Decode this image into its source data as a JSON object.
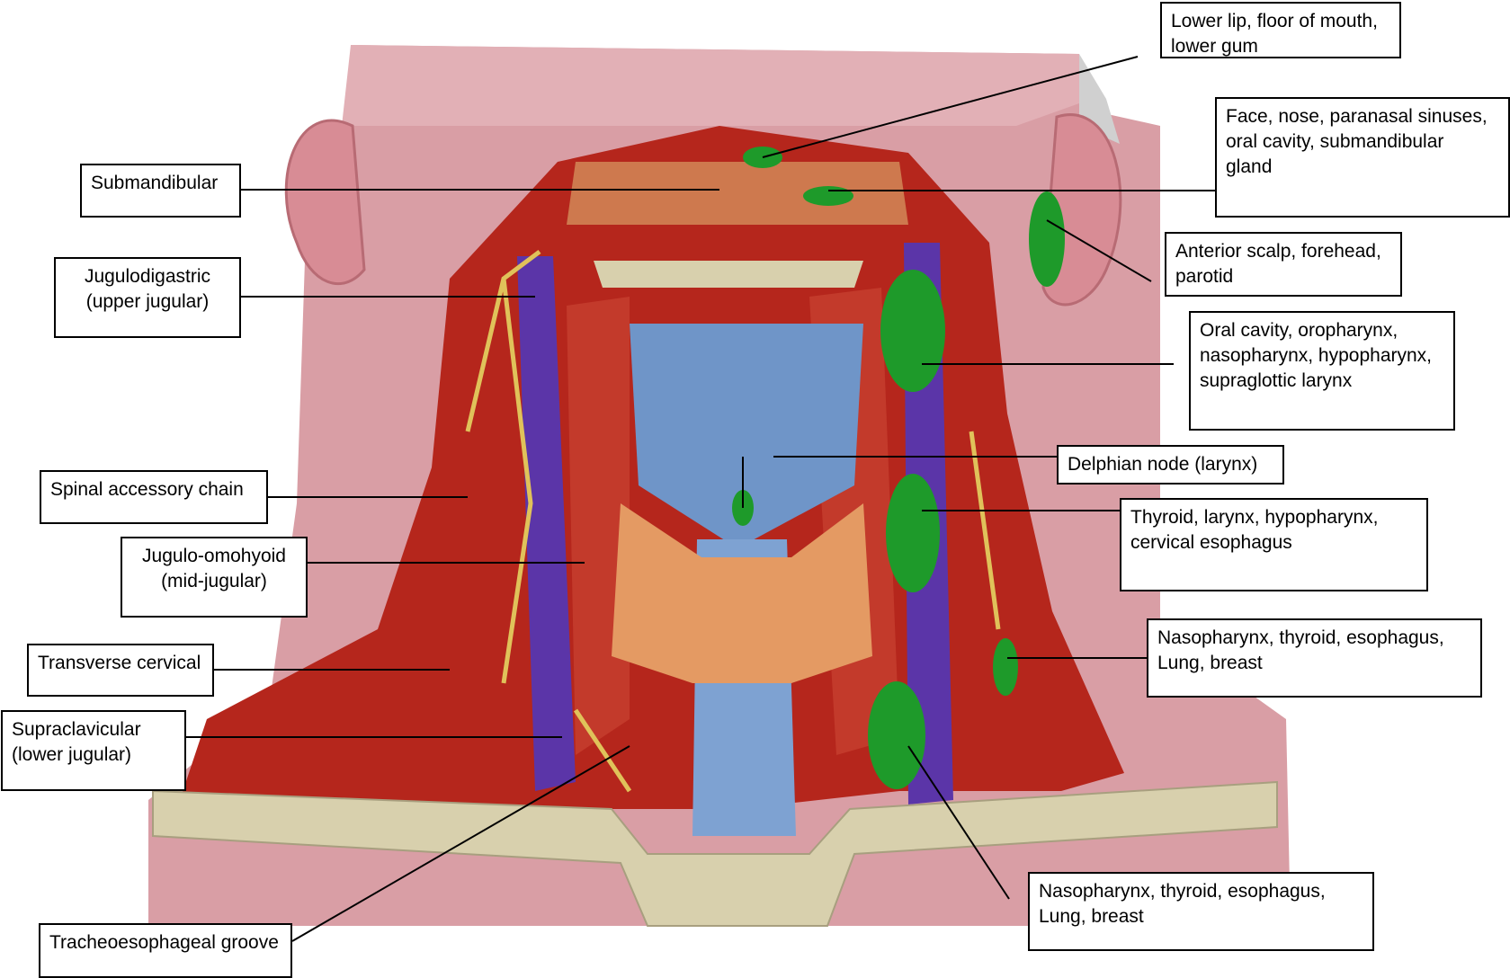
{
  "colors": {
    "skin": "#d99ea5",
    "skin_dark": "#c98289",
    "muscle": "#b5261c",
    "muscle_dark": "#7d1410",
    "vein": "#5b35a8",
    "cartilage": "#6f95c8",
    "thyroid": "#e49a63",
    "bone": "#d8d0ad",
    "nerve": "#e0c25a",
    "node_green": "#1e9a2a"
  },
  "labels": {
    "lower_lip": "Lower lip, floor of mouth,\nlower gum",
    "face_nose": "Face, nose, paranasal sinuses,\noral cavity, submandibular\ngland",
    "anterior_scalp": "Anterior scalp, forehead,\nparotid",
    "oral_cavity": "Oral cavity, oropharynx,\nnasopharynx, hypopharynx,\nsupraglottic larynx",
    "delphian": "Delphian node (larynx)",
    "thyroid_larynx": "Thyroid, larynx, hypopharynx,\ncervical esophagus",
    "nasopharynx_1": "Nasopharynx, thyroid, esophagus,\nLung, breast",
    "nasopharynx_2": "Nasopharynx, thyroid, esophagus,\nLung, breast",
    "submandibular": "Submandibular",
    "jugulodigastric": "Jugulodigastric\n(upper jugular)",
    "spinal_accessory": "Spinal accessory chain",
    "jugulo_omohyoid": "Jugulo-omohyoid\n(mid-jugular)",
    "transverse_cervical": "Transverse cervical",
    "supraclavicular": "Supraclavicular\n(lower jugular)",
    "tracheoesophageal": "Tracheoesophageal groove"
  }
}
